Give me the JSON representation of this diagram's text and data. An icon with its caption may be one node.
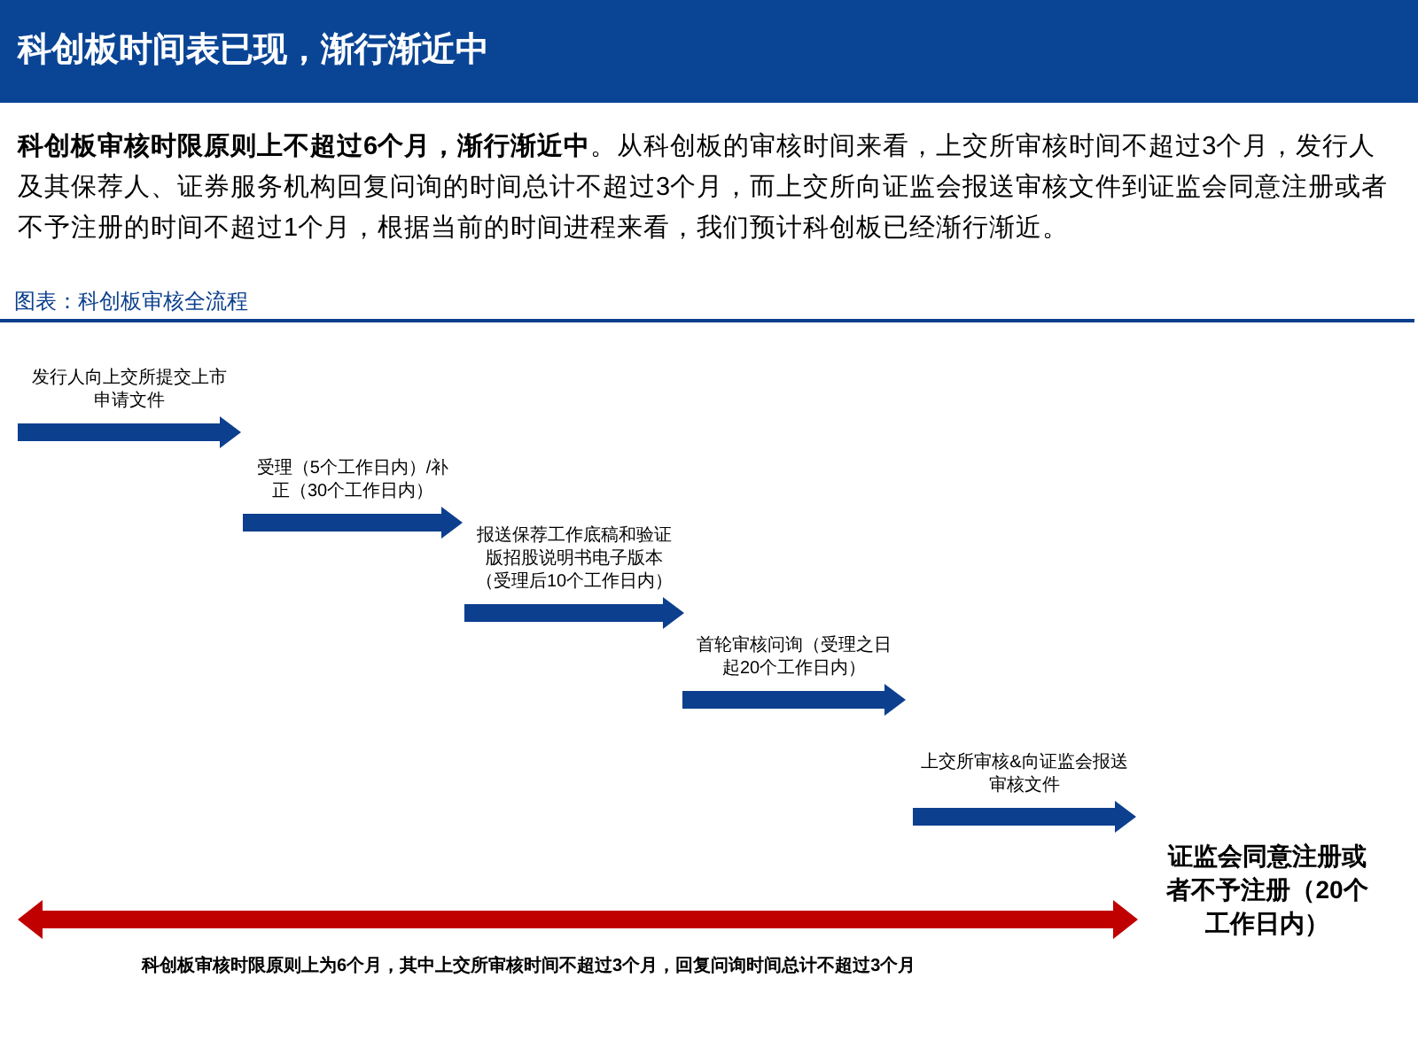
{
  "diagram": {
    "title": "科创板时间表已现，渐行渐近中",
    "nodes": [
      {
        "text": [
          "发行人向上交所提交上市申请文件"
        ]
      },
      {
        "text": [
          "受理（5个工作日内）/补正（30个工作日内）"
        ]
      },
      {
        "text": [
          "报送保荐工作底稿和验证版招股说明书电子版本（受理后10个工作日内）"
        ]
      },
      {
        "text": [
          "首轮审核问询（受理之日起20个工作日内）"
        ]
      },
      {
        "text": [
          "上交所审核&向证监会报送审核文件"
        ]
      },
      {
        "text": [
          "证监会同意注册或者不予注册（20个工作日内）"
        ]
      },
      {
        "text": [],
        "shape": "bar",
        "beside": [
          "科创板审核时限原则上为6个月，其中上交所审核时间不超过3个月，回复问询时间总计不超过3个月"
        ]
      }
    ],
    "labels": [
      "**科创板审核时限原则上不超过6个月，渐行渐近中**。从科创板的审核时间来看，上交所审核时间不超过3个月，发行人及其保荐人、证券服务机构回复问询的时间总计不超过3个月，而上交所向证监会报送审核文件到证监会同意注册或者不予注册的时间不超过1个月，根据当前的时间进程来看，我们预计科创板已经渐行渐近。",
      "图表：科创板审核全流程"
    ]
  }
}
